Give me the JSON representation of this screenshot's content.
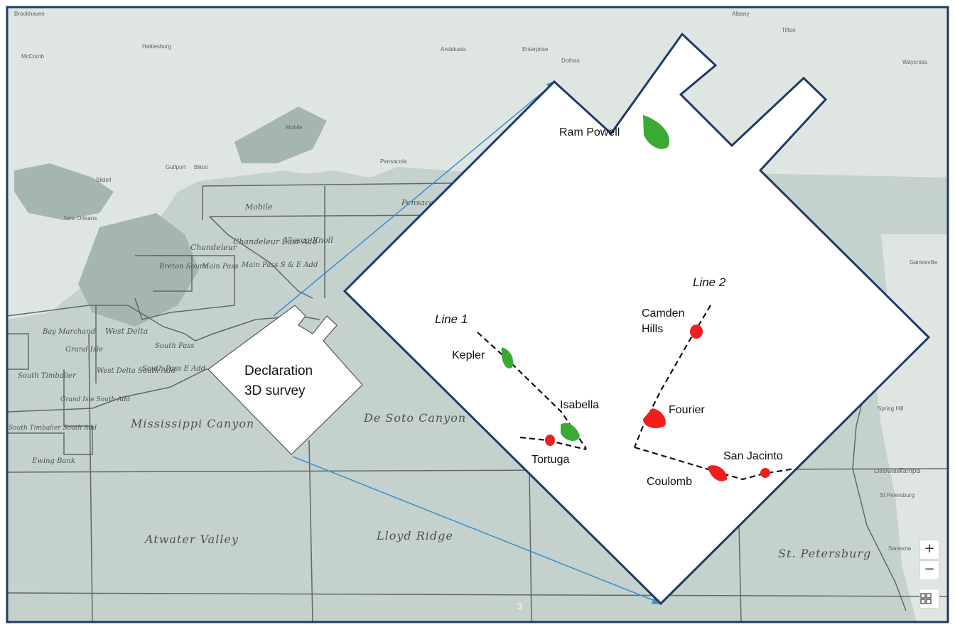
{
  "map": {
    "colors": {
      "land": "#dfe6e2",
      "water": "#c4d1cd",
      "coast_water": "#a5b6b1",
      "block_lines": "#5f6a67",
      "frame": "#1f3a63",
      "arrow": "#3a8fd0",
      "oil_field": "#3aaa35",
      "gas_field": "#f01e1e"
    },
    "cities": [
      {
        "name": "Brookhaven"
      },
      {
        "name": "McComb"
      },
      {
        "name": "Hattiesburg"
      },
      {
        "name": "Andalusia"
      },
      {
        "name": "Enterprise"
      },
      {
        "name": "Dothan"
      },
      {
        "name": "Albany"
      },
      {
        "name": "Tifton"
      },
      {
        "name": "Waycross"
      },
      {
        "name": "Mobile"
      },
      {
        "name": "Gulfport"
      },
      {
        "name": "Biloxi"
      },
      {
        "name": "Slidell"
      },
      {
        "name": "New Orleans"
      },
      {
        "name": "Pensacola"
      },
      {
        "name": "Gainesville"
      },
      {
        "name": "Spring Hill"
      },
      {
        "name": "Clearwater"
      },
      {
        "name": "Tampa"
      },
      {
        "name": "St Petersburg"
      },
      {
        "name": "Sarasota"
      }
    ],
    "areas": [
      {
        "name": "Mobile"
      },
      {
        "name": "Viosca Knoll"
      },
      {
        "name": "Chandeleur"
      },
      {
        "name": "Chandeleur East Add"
      },
      {
        "name": "Breton Sound"
      },
      {
        "name": "Main Pass"
      },
      {
        "name": "Main Pass S & E Add"
      },
      {
        "name": "West Delta"
      },
      {
        "name": "South Pass"
      },
      {
        "name": "South Pass E Add"
      },
      {
        "name": "West Delta South Add"
      },
      {
        "name": "Grand Isle"
      },
      {
        "name": "Grand Isle South Add"
      },
      {
        "name": "South Timbalier"
      },
      {
        "name": "South Timbalier South Add"
      },
      {
        "name": "Ewing Bank"
      },
      {
        "name": "Mississippi Canyon"
      },
      {
        "name": "De Soto Canyon"
      },
      {
        "name": "Atwater Valley"
      },
      {
        "name": "Lloyd Ridge"
      },
      {
        "name": "St. Petersburg"
      },
      {
        "name": "Pensacola"
      },
      {
        "name": "Bay Marchand"
      }
    ],
    "page_number": "3"
  },
  "declaration": {
    "label_line1": "Declaration",
    "label_line2": "3D survey"
  },
  "inset": {
    "fields": [
      {
        "name": "Ram Powell",
        "type": "oil"
      },
      {
        "name": "Camden",
        "type": "gas"
      },
      {
        "name": "Hills",
        "type": "gas"
      },
      {
        "name": "Kepler",
        "type": "oil"
      },
      {
        "name": "Isabella",
        "type": "oil"
      },
      {
        "name": "Fourier",
        "type": "gas"
      },
      {
        "name": "Tortuga",
        "type": "gas"
      },
      {
        "name": "San Jacinto",
        "type": "gas"
      },
      {
        "name": "Coulomb",
        "type": "gas"
      }
    ],
    "lines": [
      {
        "name": "Line 1"
      },
      {
        "name": "Line 2"
      }
    ]
  },
  "controls": {
    "zoom_in": "+",
    "zoom_out": "−"
  }
}
